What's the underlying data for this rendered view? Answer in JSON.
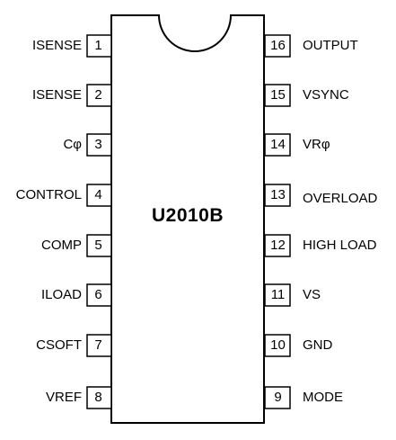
{
  "chip": {
    "name": "U2010B"
  },
  "pins": {
    "left": [
      {
        "number": "1",
        "label": "ISENSE"
      },
      {
        "number": "2",
        "label": "ISENSE"
      },
      {
        "number": "3",
        "label": "Cφ"
      },
      {
        "number": "4",
        "label": "CONTROL"
      },
      {
        "number": "5",
        "label": "COMP"
      },
      {
        "number": "6",
        "label": "ILOAD"
      },
      {
        "number": "7",
        "label": "CSOFT"
      },
      {
        "number": "8",
        "label": "VREF"
      }
    ],
    "right": [
      {
        "number": "16",
        "label": "OUTPUT"
      },
      {
        "number": "15",
        "label": "VSYNC"
      },
      {
        "number": "14",
        "label": "VRφ"
      },
      {
        "number": "13",
        "label": "OVERLOAD"
      },
      {
        "number": "12",
        "label": "HIGH LOAD"
      },
      {
        "number": "11",
        "label": "VS"
      },
      {
        "number": "10",
        "label": "GND"
      },
      {
        "number": "9",
        "label": "MODE"
      }
    ]
  }
}
